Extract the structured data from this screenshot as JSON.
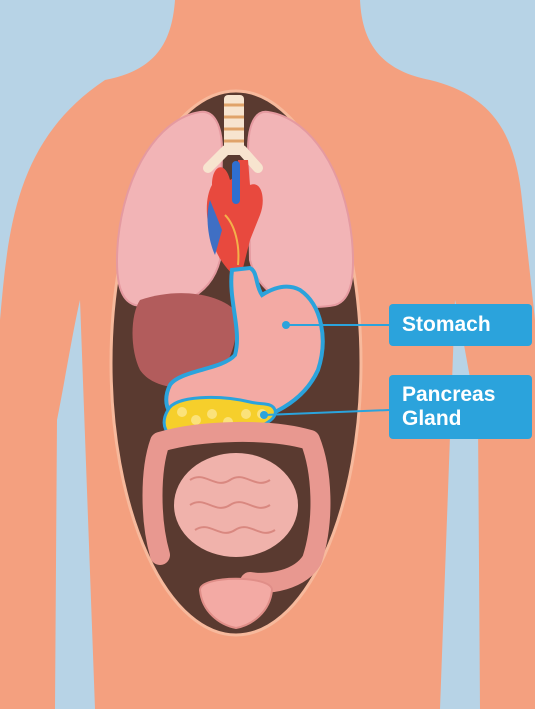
{
  "labels": {
    "stomach": "Stomach",
    "pancreas": [
      "Pancreas",
      "Gland"
    ]
  },
  "colors": {
    "background": "#b7d3e6",
    "skin": "#f4a07f",
    "cavity": "#5a3a30",
    "callout": "#2ba3dc",
    "stomach": "#f3aaa4",
    "pancreas": "#f6cf2b",
    "lungs": "#f2b4b6",
    "liver": "#b25c5c",
    "intestine": "#e89890",
    "heart": "#e8493e"
  },
  "icons": [
    "torso-silhouette",
    "lungs",
    "trachea",
    "heart",
    "liver",
    "stomach",
    "pancreas",
    "large-intestine",
    "small-intestine",
    "bladder"
  ]
}
